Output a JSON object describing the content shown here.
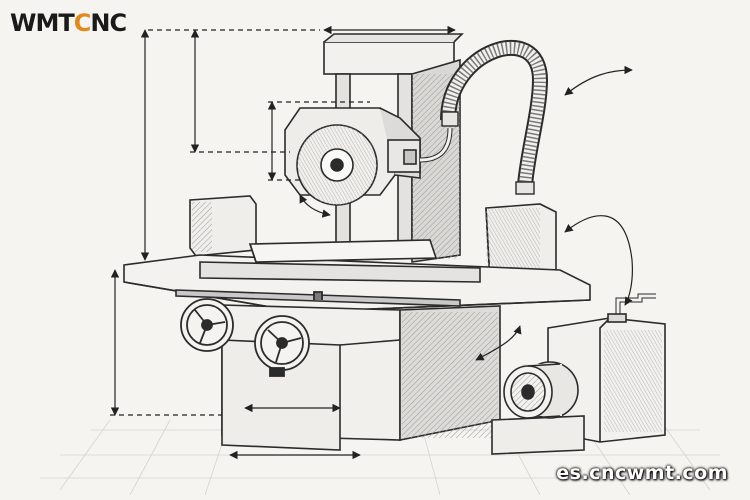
{
  "logo": {
    "text": "WMTCNC",
    "prefix": "WMT",
    "highlight": "C",
    "suffix": "NC",
    "colors": {
      "main": "#1a1a1a",
      "accent": "#e08a1c"
    }
  },
  "website": "es.cncwmt.com",
  "colors": {
    "line": "#2b2b2b",
    "paper": "#f6f4f0",
    "shade": "#c9c9c9",
    "light": "#ecebe8"
  }
}
